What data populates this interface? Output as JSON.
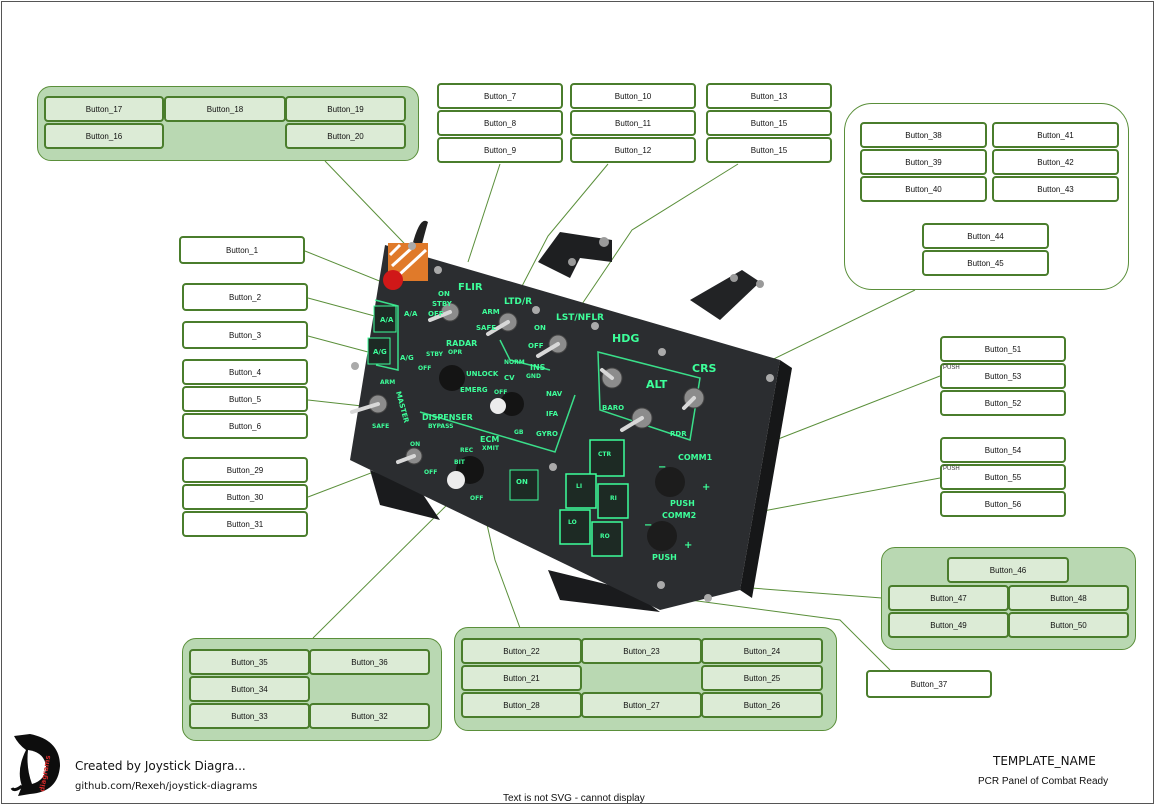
{
  "groups": {
    "g17": {
      "buttons": [
        "Button_17",
        "Button_18",
        "Button_19",
        "Button_16",
        "Button_20"
      ]
    },
    "g7": {
      "buttons": [
        "Button_7",
        "Button_8",
        "Button_9"
      ]
    },
    "g10": {
      "buttons": [
        "Button_10",
        "Button_11",
        "Button_12"
      ]
    },
    "g13": {
      "buttons": [
        "Button_13",
        "Button_15",
        "Button_15"
      ]
    },
    "g38": {
      "buttons": [
        "Button_38",
        "Button_41",
        "Button_39",
        "Button_42",
        "Button_40",
        "Button_43",
        "Button_44",
        "Button_45"
      ]
    },
    "g1": {
      "buttons": [
        "Button_1"
      ]
    },
    "g2": {
      "buttons": [
        "Button_2",
        "Button_3"
      ]
    },
    "g4": {
      "buttons": [
        "Button_4",
        "Button_5",
        "Button_6"
      ]
    },
    "g29": {
      "buttons": [
        "Button_29",
        "Button_30",
        "Button_31"
      ]
    },
    "g51": {
      "buttons": [
        "Button_51",
        "Button_53",
        "Button_52"
      ],
      "sub": "PUSH"
    },
    "g54": {
      "buttons": [
        "Button_54",
        "Button_55",
        "Button_56"
      ],
      "sub": "PUSH"
    },
    "g46": {
      "buttons": [
        "Button_46",
        "Button_47",
        "Button_48",
        "Button_49",
        "Button_50"
      ]
    },
    "g37": {
      "buttons": [
        "Button_37"
      ]
    },
    "g35": {
      "buttons": [
        "Button_35",
        "Button_36",
        "Button_34",
        "Button_33",
        "Button_32"
      ]
    },
    "g22": {
      "buttons": [
        "Button_22",
        "Button_23",
        "Button_24",
        "Button_21",
        "Button_25",
        "Button_28",
        "Button_27",
        "Button_26"
      ]
    }
  },
  "panel": {
    "labels": {
      "flir": "FLIR",
      "ltdr": "LTD/R",
      "lstnflr": "LST/NFLR",
      "on": "ON",
      "stby": "STBY",
      "off": "OFF",
      "arm": "ARM",
      "safe": "SAFE",
      "radar": "RADAR",
      "opr": "OPR",
      "unlock": "UNLOCK",
      "emerg": "EMERG",
      "norm": "NORM",
      "ins": "INS",
      "gnd": "GND",
      "cv": "CV",
      "nav": "NAV",
      "ifa": "IFA",
      "gb": "GB",
      "gyro": "GYRO",
      "hdg": "HDG",
      "alt": "ALT",
      "crs": "CRS",
      "baro": "BARO",
      "rdr": "RDR",
      "aa": "A/A",
      "ag": "A/G",
      "master": "MASTER",
      "dispenser": "DISPENSER",
      "bypass": "BYPASS",
      "ecm": "ECM",
      "xmit": "XMIT",
      "rec": "REC",
      "bit": "BIT",
      "comm1": "COMM1",
      "comm2": "COMM2",
      "push": "PUSH",
      "plus": "+",
      "minus": "−",
      "ctr": "CTR",
      "li": "LI",
      "ri": "RI",
      "lo": "LO",
      "ro": "RO"
    }
  },
  "credits": {
    "created_by": "Created by Joystick Diagra...",
    "url": "github.com/Rexeh/joystick-diagrams",
    "template_name": "TEMPLATE_NAME",
    "device_name": "PCR Panel of Combat Ready",
    "svg_warning": "Text is not SVG - cannot display",
    "logo_text": "diagrams"
  },
  "colors": {
    "group_fill": "#b9d8b2",
    "button_border": "#4a7d2c",
    "button_tint": "#dcebd6",
    "leader_line": "#5a8f3a",
    "panel_body": "#2b2d30",
    "backlight": "#3dff9a"
  }
}
